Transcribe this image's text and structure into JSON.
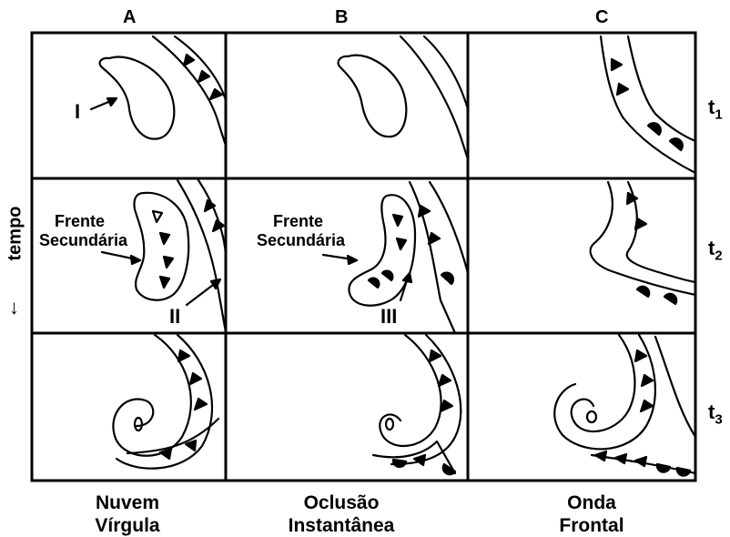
{
  "columns": [
    {
      "letter": "A",
      "caption_line1": "Nuvem",
      "caption_line2": "Vírgula"
    },
    {
      "letter": "B",
      "caption_line1": "Oclusão",
      "caption_line2": "Instantânea"
    },
    {
      "letter": "C",
      "caption_line1": "Onda",
      "caption_line2": "Frontal"
    }
  ],
  "rows": [
    {
      "label": "t",
      "sub": "1"
    },
    {
      "label": "t",
      "sub": "2"
    },
    {
      "label": "t",
      "sub": "3"
    }
  ],
  "axis_label": "tempo",
  "annotations": {
    "feature_I": "I",
    "feature_II": "II",
    "feature_III": "III",
    "frente_line1": "Frente",
    "frente_line2": "Secundária"
  },
  "colors": {
    "line": "#000000",
    "background": "#ffffff"
  }
}
